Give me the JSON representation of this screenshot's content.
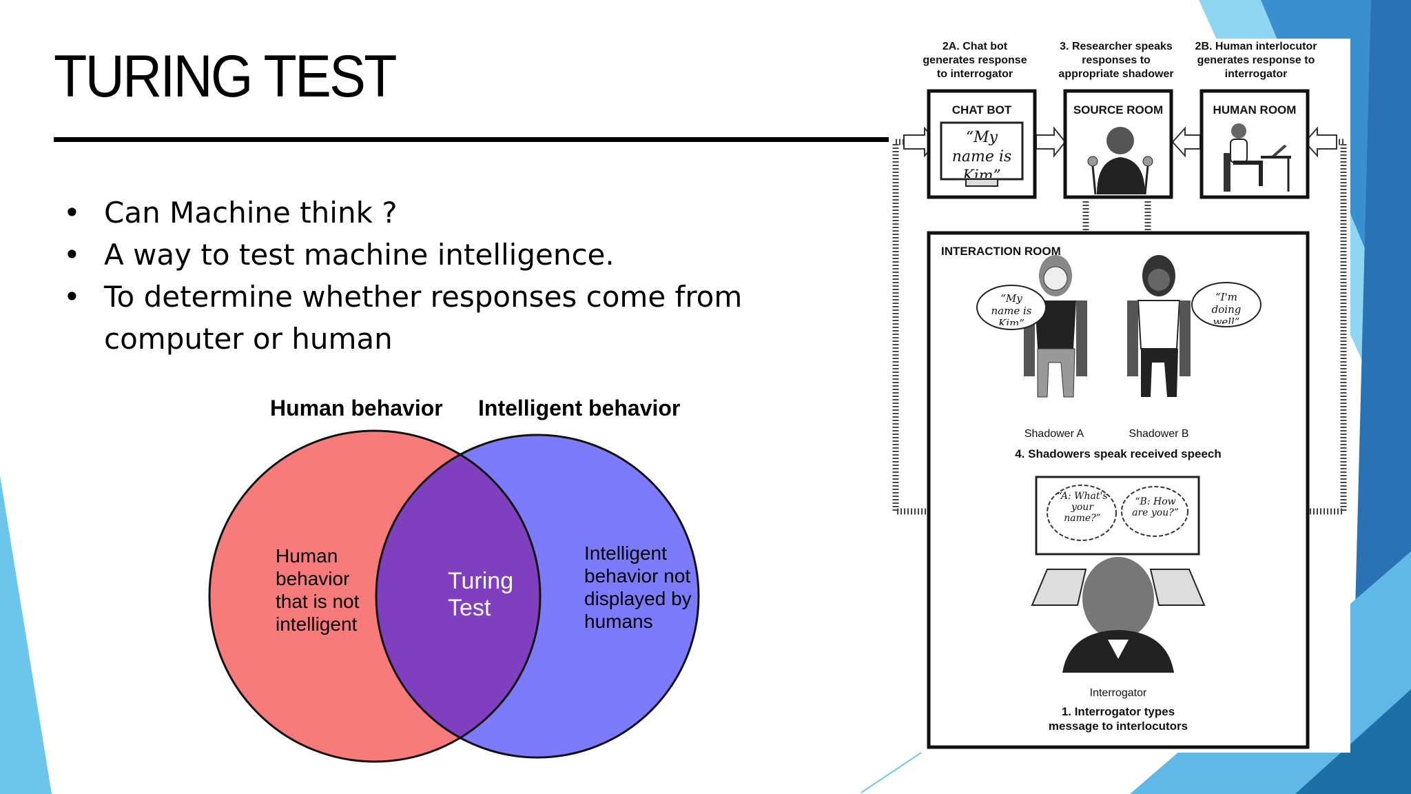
{
  "slide": {
    "title": "TURING TEST",
    "bullets": [
      "Can Machine think ?",
      "A way to test machine intelligence.",
      "To determine   whether responses come from computer  or human"
    ],
    "bullet_symbol": "•"
  },
  "venn": {
    "left_set_title": "Human behavior",
    "right_set_title": "Intelligent behavior",
    "left_only_label": "Human behavior that is not intelligent",
    "intersection_label": "Turing Test",
    "right_only_label": "Intelligent behavior not displayed by humans",
    "colors": {
      "left": "#f77b7b",
      "right": "#7b7bfb",
      "overlap": "#7f3fbf"
    }
  },
  "diagram": {
    "step_2a": "2A. Chat bot generates response to interrogator",
    "step_3": "3. Researcher speaks responses to appropriate shadower",
    "step_2b": "2B. Human interlocutor generates response to interrogator",
    "chat_bot_room": "CHAT BOT",
    "source_room": "SOURCE ROOM",
    "human_room": "HUMAN ROOM",
    "chat_bot_screen_text": "“My name is Kim”",
    "interaction_room": "INTERACTION ROOM",
    "bubble_a": "“My name is Kim”",
    "bubble_b": "“I'm doing well”",
    "shadower_a": "Shadower A",
    "shadower_b": "Shadower B",
    "step_4": "4. Shadowers speak received speech",
    "screen_bubble_a": "“A: What's your name?”",
    "screen_bubble_b": "“B: How are you?”",
    "interrogator": "Interrogator",
    "step_1": "1. Interrogator types message to interlocutors"
  },
  "theme": {
    "accent": "#2b9fd9",
    "accent_light": "#7fd0f0",
    "accent_dark": "#1e6fa8"
  }
}
